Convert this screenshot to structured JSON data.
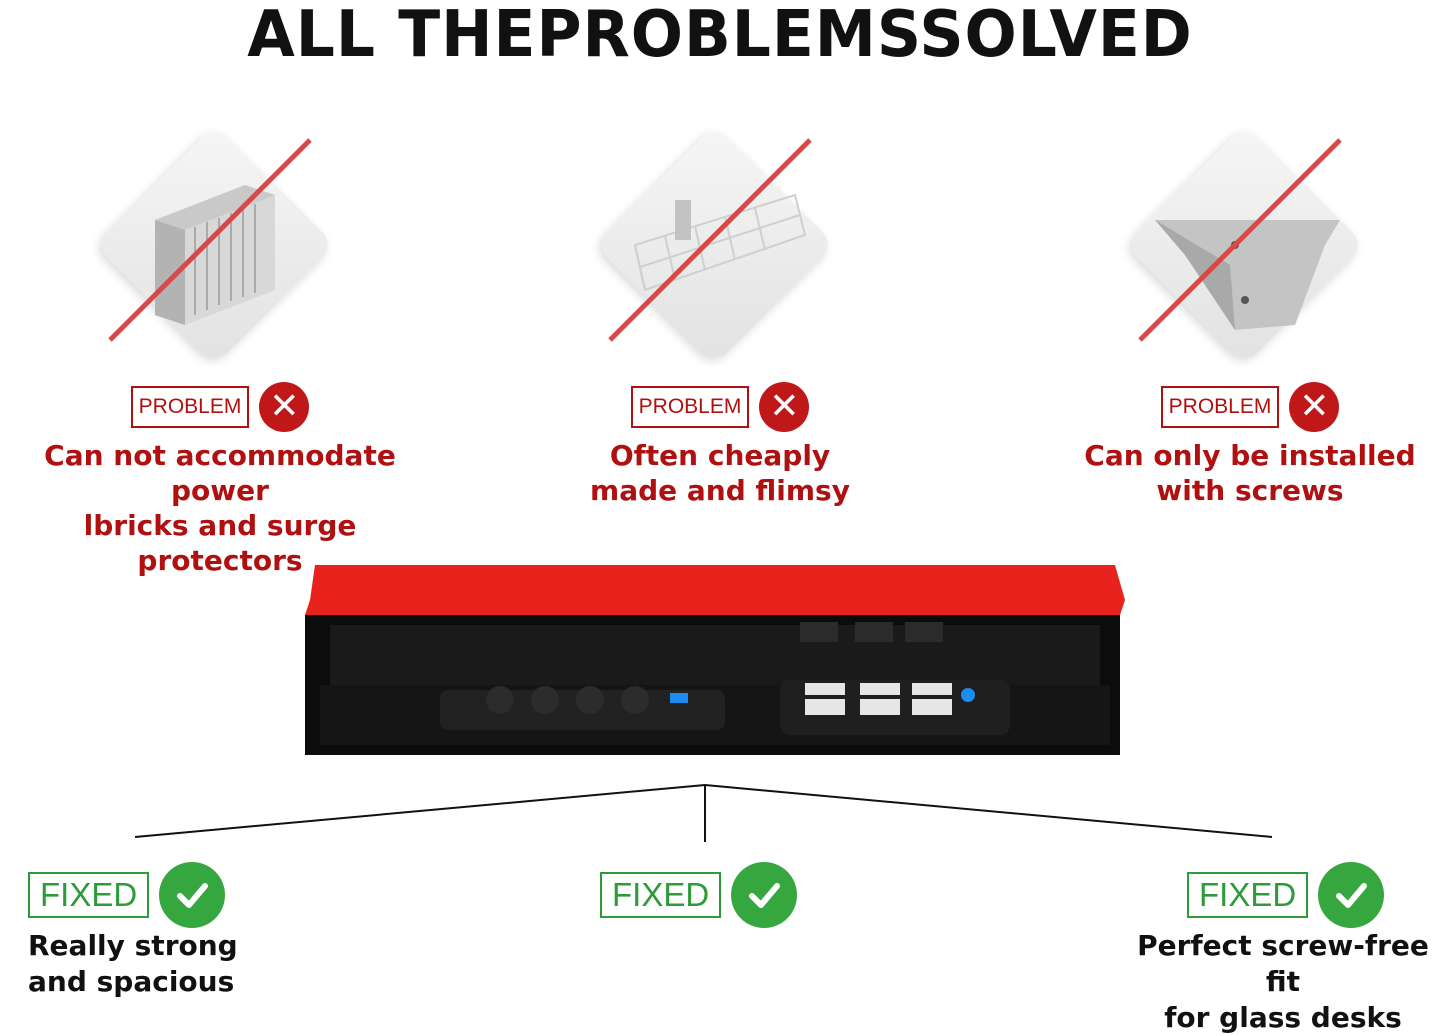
{
  "title": "ALL THEPROBLEMSSOLVED",
  "problems": [
    {
      "tag": "PROBLEM",
      "line1": "Can not accommodate power",
      "line2": "lbricks and surge protectors",
      "icon": "cable-duct-icon"
    },
    {
      "tag": "PROBLEM",
      "line1": "Often cheaply",
      "line2": "made and flimsy",
      "icon": "wire-basket-tray-icon"
    },
    {
      "tag": "PROBLEM",
      "line1": "Can only be installed",
      "line2": "with screws",
      "icon": "metal-tray-icon"
    }
  ],
  "fixes": [
    {
      "tag": "FIXED",
      "line1": "Really strong",
      "line2": "and spacious"
    },
    {
      "tag": "FIXED",
      "line1": "",
      "line2": ""
    },
    {
      "tag": "FIXED",
      "line1": "Perfect screw-free fit",
      "line2": "for glass desks"
    }
  ],
  "colors": {
    "problem": "#b01010",
    "fixed": "#36a63f",
    "tray_red": "#e8231e"
  }
}
